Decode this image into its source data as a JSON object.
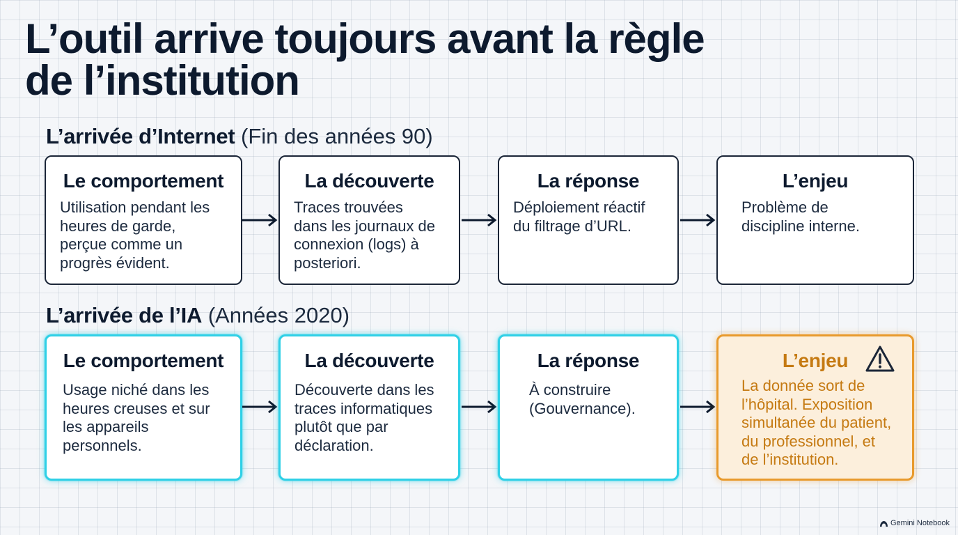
{
  "title_line1": "L’outil arrive toujours avant la règle",
  "title_line2": "de l’institution",
  "sections": [
    {
      "label_strong": "L’arrivée d’Internet",
      "label_light": "(Fin des années 90)",
      "boxes": [
        {
          "title": "Le comportement",
          "lines": [
            "Utilisation pendant les",
            "heures de garde,",
            "perçue comme un",
            "progrès évident."
          ]
        },
        {
          "title": "La découverte",
          "lines": [
            "Traces trouvées",
            "dans les journaux de",
            "connexion (logs) à",
            "posteriori."
          ]
        },
        {
          "title": "La réponse",
          "lines": [
            "Déploiement réactif",
            "du filtrage d’URL."
          ]
        },
        {
          "title": "L’enjeu",
          "lines": [
            "Problème de",
            "discipline interne."
          ]
        }
      ]
    },
    {
      "label_strong": "L’arrivée de l’IA",
      "label_light": "(Années 2020)",
      "boxes": [
        {
          "title": "Le comportement",
          "lines": [
            "Usage niché dans les",
            "heures creuses et sur",
            "les appareils",
            "personnels."
          ]
        },
        {
          "title": "La découverte",
          "lines": [
            "Découverte dans les",
            "traces informatiques",
            "plutôt que par",
            "déclaration."
          ]
        },
        {
          "title": "La réponse",
          "lines": [
            "À construire",
            "(Gouvernance)."
          ]
        },
        {
          "title": "L’enjeu",
          "lines": [
            "La donnée sort de",
            "l’hôpital. Exposition",
            "simultanée du patient,",
            "du professionnel, et",
            "de l’institution."
          ]
        }
      ]
    }
  ],
  "icons": {
    "warning": "warning-triangle-icon",
    "arrow": "arrow-right-icon",
    "footer_logo": "gemini-notebook-logo-icon"
  },
  "colors": {
    "text_dark": "#0d1a2e",
    "accent_cyan": "#2fd0e6",
    "accent_orange": "#e89a2c",
    "warn_fill": "#fcefdc"
  },
  "footer": "Gemini Notebook"
}
